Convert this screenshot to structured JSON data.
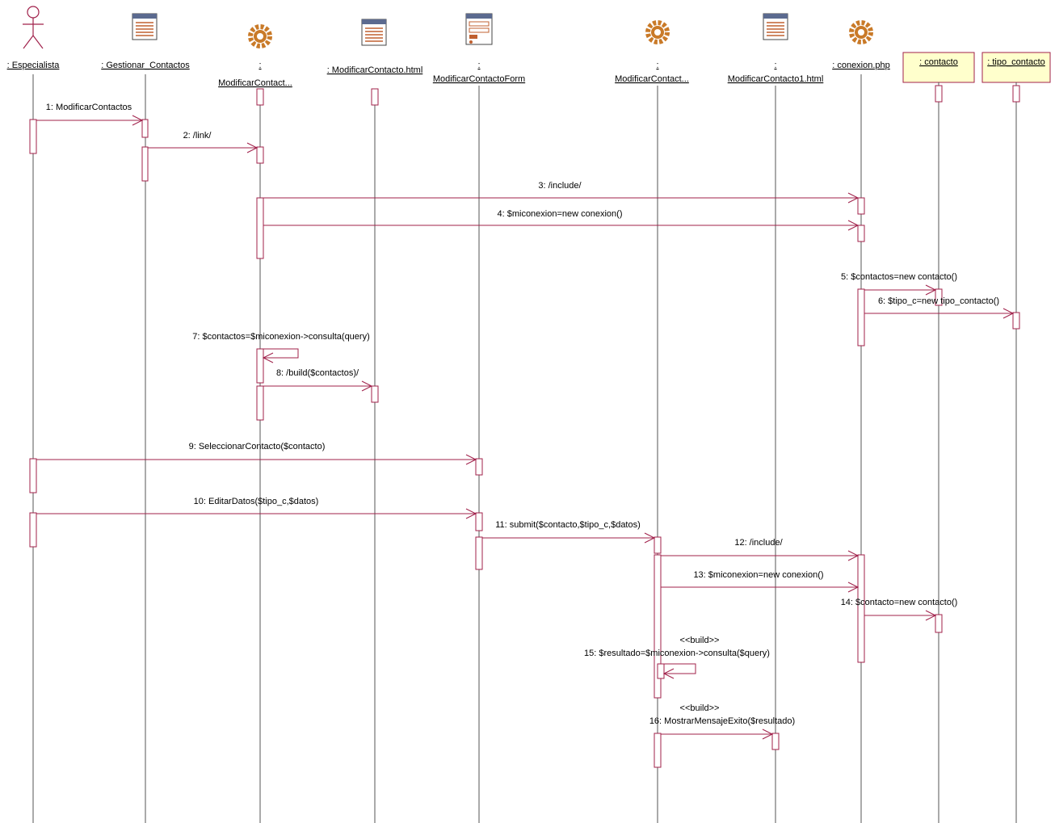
{
  "participants": [
    {
      "id": "p1",
      "kind": "actor",
      "label": ": Especialista"
    },
    {
      "id": "p2",
      "kind": "page",
      "label": ": Gestionar_Contactos"
    },
    {
      "id": "p3",
      "kind": "gear",
      "label_top": ":",
      "label": "ModificarContact..."
    },
    {
      "id": "p4",
      "kind": "page",
      "label": ": ModificarContacto.html"
    },
    {
      "id": "p5",
      "kind": "form",
      "label_top": ":",
      "label": "ModificarContactoForm"
    },
    {
      "id": "p6",
      "kind": "gear",
      "label_top": ":",
      "label": "ModificarContact..."
    },
    {
      "id": "p7",
      "kind": "page",
      "label_top": ":",
      "label": "ModificarContacto1.html"
    },
    {
      "id": "p8",
      "kind": "gear",
      "label": ": conexion.php"
    },
    {
      "id": "p9",
      "kind": "box",
      "label": ": contacto"
    },
    {
      "id": "p10",
      "kind": "box",
      "label": ": tipo_contacto"
    }
  ],
  "messages": [
    {
      "num": "1",
      "text": "1: ModificarContactos",
      "from": "p1",
      "to": "p2"
    },
    {
      "num": "2",
      "text": "2: /link/",
      "from": "p2",
      "to": "p3"
    },
    {
      "num": "3",
      "text": "3: /include/",
      "from": "p3",
      "to": "p8"
    },
    {
      "num": "4",
      "text": "4: $miconexion=new conexion()",
      "from": "p3",
      "to": "p8"
    },
    {
      "num": "5",
      "text": "5: $contactos=new contacto()",
      "from": "p8",
      "to": "p9"
    },
    {
      "num": "6",
      "text": "6: $tipo_c=new tipo_contacto()",
      "from": "p8",
      "to": "p10"
    },
    {
      "num": "7",
      "text": "7: $contactos=$miconexion->consulta(query)",
      "from": "p3",
      "to": "p3"
    },
    {
      "num": "8",
      "text": "8: /build($contactos)/",
      "from": "p3",
      "to": "p4"
    },
    {
      "num": "9",
      "text": "9: SeleccionarContacto($contacto)",
      "from": "p1",
      "to": "p5"
    },
    {
      "num": "10",
      "text": "10: EditarDatos($tipo_c,$datos)",
      "from": "p1",
      "to": "p5"
    },
    {
      "num": "11",
      "text": "11: submit($contacto,$tipo_c,$datos)",
      "from": "p5",
      "to": "p6"
    },
    {
      "num": "12",
      "text": "12: /include/",
      "from": "p6",
      "to": "p8"
    },
    {
      "num": "13",
      "text": "13: $miconexion=new conexion()",
      "from": "p6",
      "to": "p8"
    },
    {
      "num": "14",
      "text": "14: $contacto=new contacto()",
      "from": "p8",
      "to": "p9"
    },
    {
      "num": "15",
      "text": "15: $resultado=$miconexion->consulta($query)",
      "stereotype": "<<build>>",
      "from": "p6",
      "to": "p6"
    },
    {
      "num": "16",
      "text": "16: MostrarMensajeExito($resultado)",
      "stereotype": "<<build>>",
      "from": "p6",
      "to": "p7"
    }
  ],
  "colors": {
    "line": "#a0204a",
    "lifeline": "#555555",
    "box_fill": "#ffffcc",
    "box_border": "#a0204a",
    "gear": "#c97a28",
    "page_header": "#5b6a8f",
    "page_lines": "#c06030"
  }
}
